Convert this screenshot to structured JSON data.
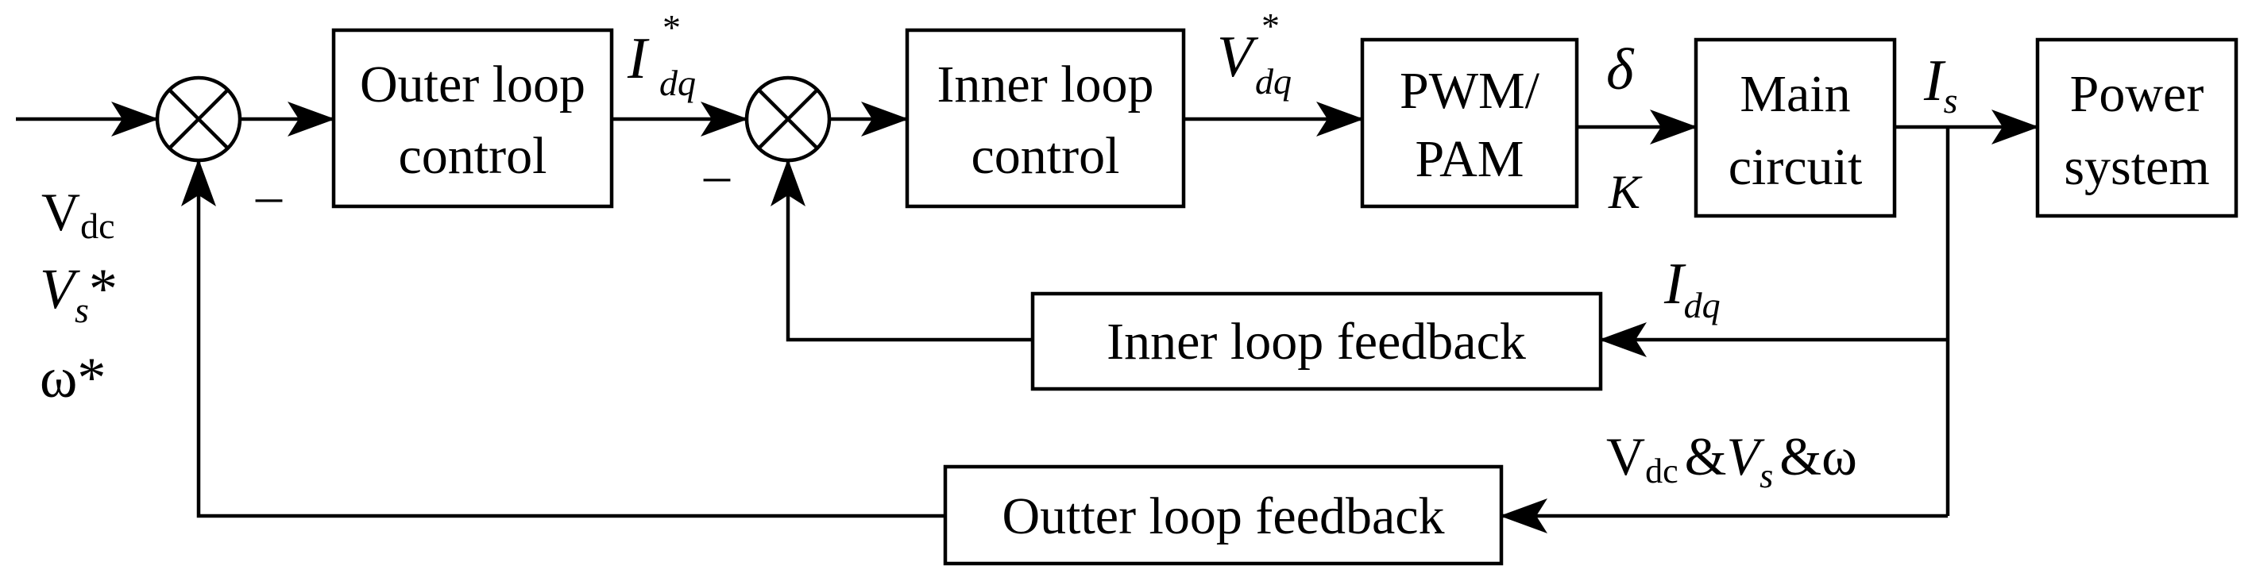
{
  "blocks": {
    "outer_control": [
      "Outer loop",
      "control"
    ],
    "inner_control": [
      "Inner loop",
      "control"
    ],
    "pwm": [
      "PWM/",
      "PAM"
    ],
    "main_circuit": [
      "Main",
      "circuit"
    ],
    "power_system": [
      "Power",
      "system"
    ],
    "inner_feedback": "Inner loop feedback",
    "outer_feedback": "Outter loop feedback"
  },
  "signals": {
    "input_vdc": {
      "main": "V",
      "sub": "dc"
    },
    "input_vs": {
      "main": "V",
      "sub": "s",
      "suffix": "*"
    },
    "input_omega": "ω*",
    "idq_ref": {
      "main": "I",
      "sub": "dq",
      "sup": "*"
    },
    "vdq_ref": {
      "main": "V",
      "sub": "dq",
      "sup": "*"
    },
    "delta": "δ",
    "k": "K",
    "is": {
      "main": "I",
      "sub": "s"
    },
    "idq_fb": {
      "main": "I",
      "sub": "dq"
    },
    "outer_fb": {
      "v1": "V",
      "s1": "dc",
      "amp1": "&",
      "v2": "V",
      "s2": "s",
      "amp2": "&",
      "omega": "ω"
    }
  },
  "summing_signs": {
    "outer": "–",
    "inner": "–"
  }
}
